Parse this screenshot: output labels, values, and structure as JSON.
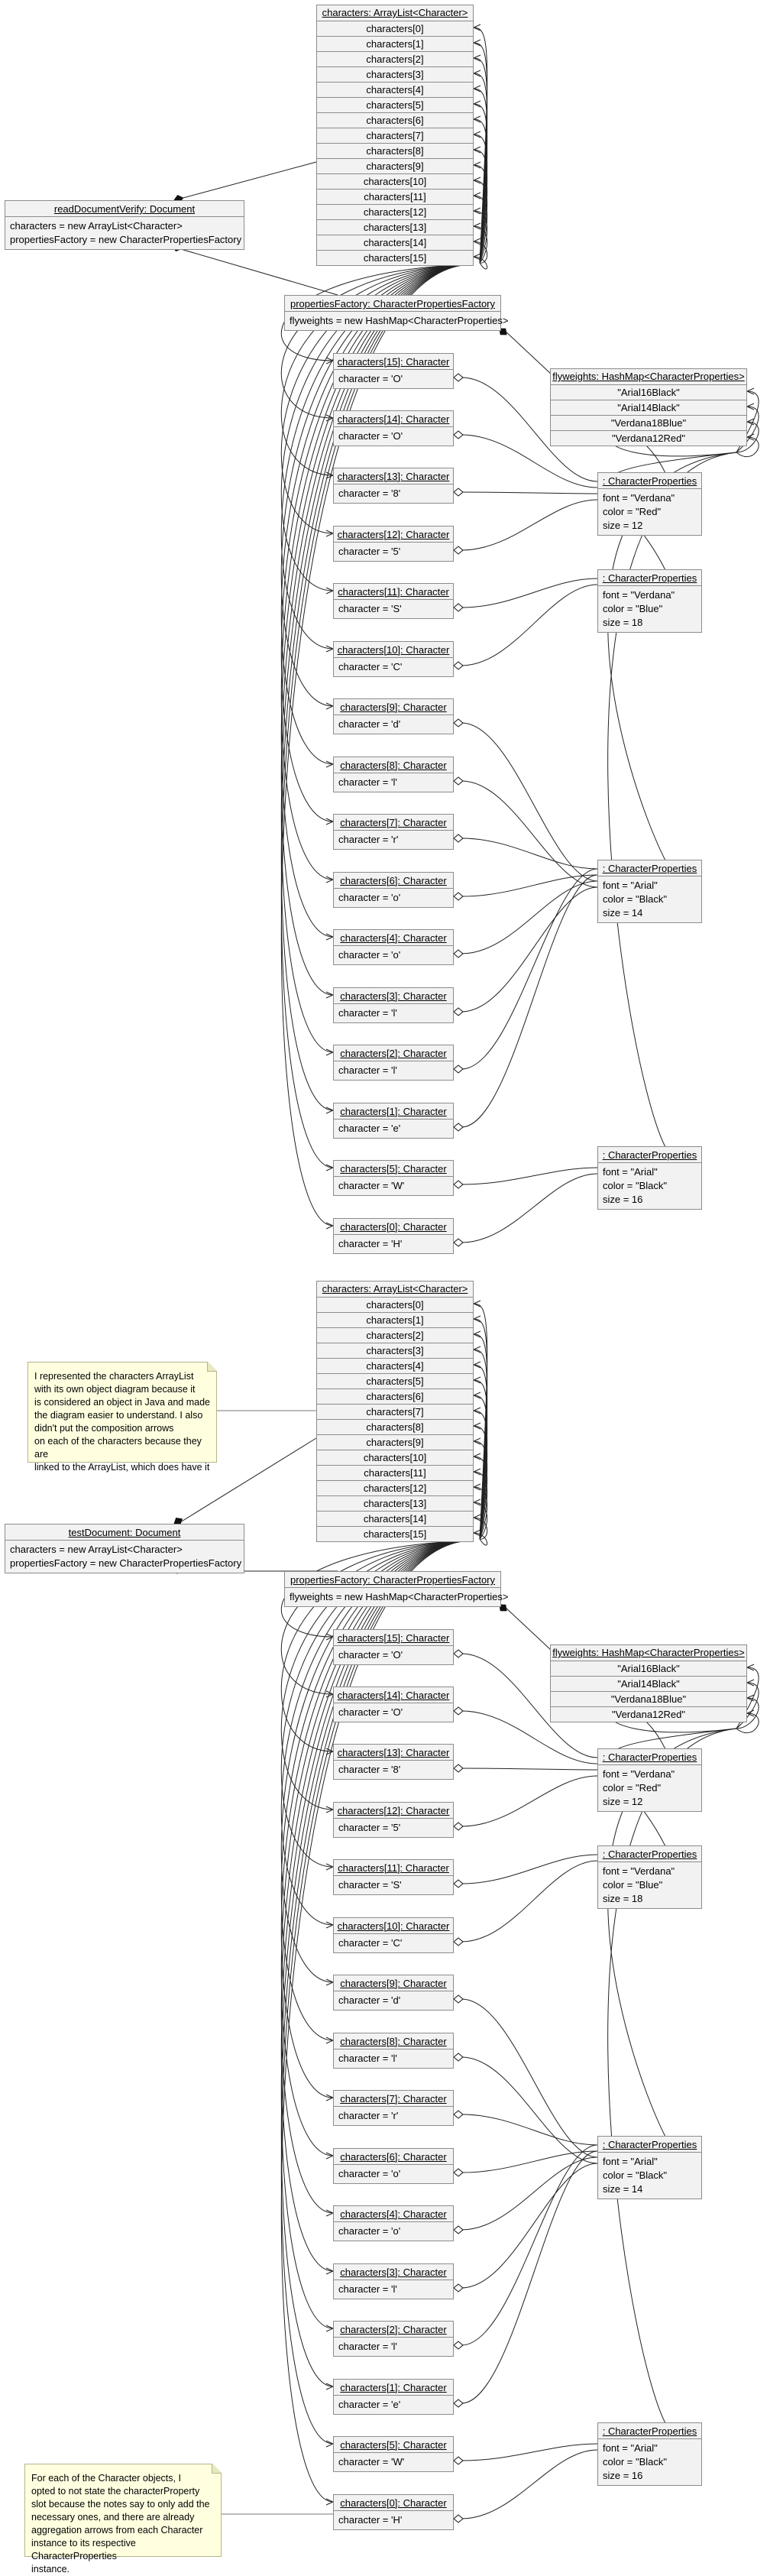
{
  "char_list": {
    "header": "characters: ArrayList<Character>",
    "cells": [
      "characters[0]",
      "characters[1]",
      "characters[2]",
      "characters[3]",
      "characters[4]",
      "characters[5]",
      "characters[6]",
      "characters[7]",
      "characters[8]",
      "characters[9]",
      "characters[10]",
      "characters[11]",
      "characters[12]",
      "characters[13]",
      "characters[14]",
      "characters[15]"
    ]
  },
  "documents": [
    {
      "name": "readDocumentVerify: Document",
      "attr1": "characters = new ArrayList<Character>",
      "attr2": "propertiesFactory = new CharacterPropertiesFactory"
    },
    {
      "name": "testDocument: Document",
      "attr1": "characters = new ArrayList<Character>",
      "attr2": "propertiesFactory = new CharacterPropertiesFactory"
    }
  ],
  "factory": {
    "name": "propertiesFactory: CharacterPropertiesFactory",
    "attr": "flyweights = new HashMap<CharacterProperties>"
  },
  "flyweights": {
    "header": "flyweights: HashMap<CharacterProperties>",
    "cells": [
      "\"Arial16Black\"",
      "\"Arial14Black\"",
      "\"Verdana18Blue\"",
      "\"Verdana12Red\""
    ]
  },
  "characters": [
    {
      "name": "characters[15]: Character",
      "attr": "character = 'O'"
    },
    {
      "name": "characters[14]: Character",
      "attr": "character = 'O'"
    },
    {
      "name": "characters[13]: Character",
      "attr": "character = '8'"
    },
    {
      "name": "characters[12]: Character",
      "attr": "character = '5'"
    },
    {
      "name": "characters[11]: Character",
      "attr": "character = 'S'"
    },
    {
      "name": "characters[10]: Character",
      "attr": "character = 'C'"
    },
    {
      "name": "characters[9]: Character",
      "attr": "character = 'd'"
    },
    {
      "name": "characters[8]: Character",
      "attr": "character = 'l'"
    },
    {
      "name": "characters[7]: Character",
      "attr": "character = 'r'"
    },
    {
      "name": "characters[6]: Character",
      "attr": "character = 'o'"
    },
    {
      "name": "characters[4]: Character",
      "attr": "character = 'o'"
    },
    {
      "name": "characters[3]: Character",
      "attr": "character = 'l'"
    },
    {
      "name": "characters[2]: Character",
      "attr": "character = 'l'"
    },
    {
      "name": "characters[1]: Character",
      "attr": "character = 'e'"
    },
    {
      "name": "characters[5]: Character",
      "attr": "character = 'W'"
    },
    {
      "name": "characters[0]: Character",
      "attr": "character = 'H'"
    }
  ],
  "properties": [
    {
      "name": ": CharacterProperties",
      "font": "font = \"Verdana\"",
      "color": "color = \"Red\"",
      "size": "size = 12"
    },
    {
      "name": ": CharacterProperties",
      "font": "font = \"Verdana\"",
      "color": "color = \"Blue\"",
      "size": "size = 18"
    },
    {
      "name": ": CharacterProperties",
      "font": "font = \"Arial\"",
      "color": "color = \"Black\"",
      "size": "size = 14"
    },
    {
      "name": ": CharacterProperties",
      "font": "font = \"Arial\"",
      "color": "color = \"Black\"",
      "size": "size = 16"
    }
  ],
  "notes": {
    "list_note": [
      "I represented the characters ArrayList",
      "with its own object diagram because it",
      "is considered an object in Java and made",
      "the diagram easier to understand. I also",
      "didn't put the composition arrows",
      "on each of the characters because they are",
      "linked to the ArrayList, which does have it"
    ],
    "props_note": [
      "For each of the Character objects, I",
      "opted to not state the characterProperty",
      "slot because the notes say to only add the",
      "necessary ones, and there are already",
      "aggregation arrows from each Character",
      "instance to its respective CharacterProperties",
      "instance."
    ]
  }
}
